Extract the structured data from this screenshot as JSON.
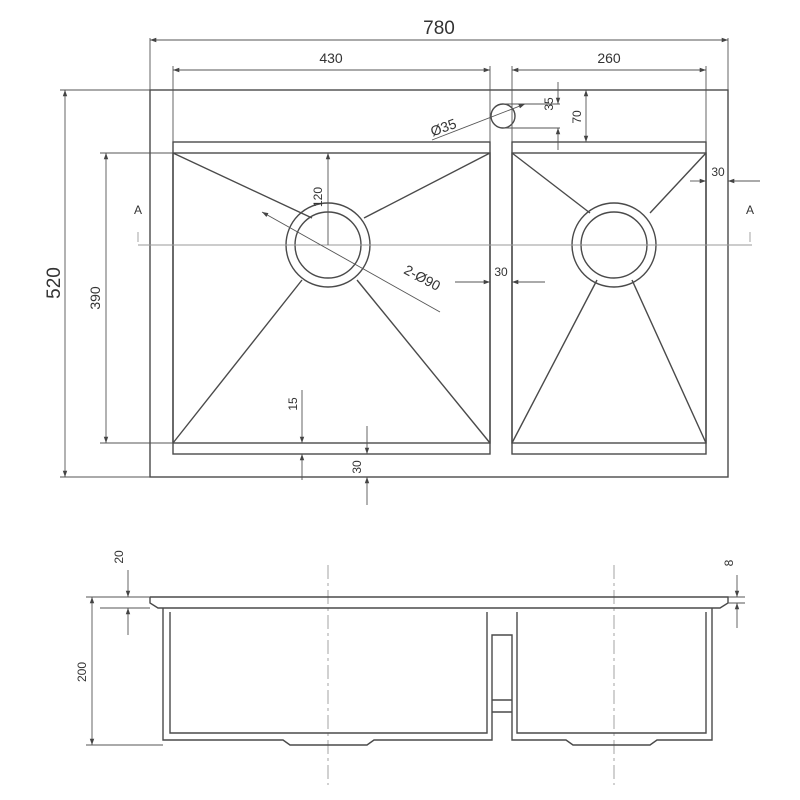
{
  "colors": {
    "line": "#4a4a4a",
    "dim": "#555555",
    "center": "#9a9a9a",
    "background": "#ffffff"
  },
  "top_view": {
    "overall_width": "780",
    "left_bowl_width": "430",
    "right_bowl_width": "260",
    "overall_depth": "520",
    "bowl_depth": "390",
    "tap_hole_diameter": "Ø35",
    "tap_hole_offset": "35",
    "tap_hole_depth": "70",
    "right_rim": "30",
    "divider_width": "30",
    "drain_size": "2-Ø90",
    "drain_offset": "120",
    "front_ledge": "15",
    "front_rim": "30",
    "section_mark_left": "A",
    "section_mark_right": "A"
  },
  "side_view": {
    "flange_thickness": "20",
    "edge_thickness": "8",
    "bowl_height": "200"
  }
}
